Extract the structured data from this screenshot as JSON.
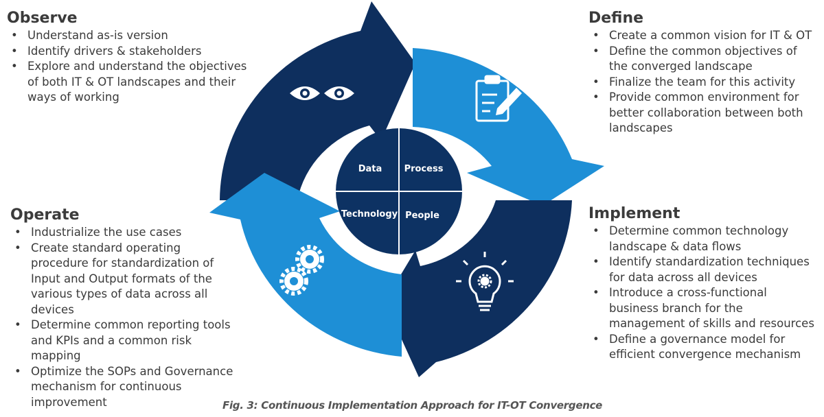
{
  "observe": {
    "title": "Observe",
    "items": [
      "Understand as-is version",
      "Identify drivers & stakeholders",
      "Explore and understand the objectives of both IT & OT landscapes and their ways of working"
    ]
  },
  "define": {
    "title": "Define",
    "items": [
      "Create a common vision for IT & OT",
      "Define the common objectives of the converged landscape",
      "Finalize the team for this activity",
      "Provide common environment for better collaboration between both landscapes"
    ]
  },
  "operate": {
    "title": "Operate",
    "items": [
      "Industrialize the use cases",
      "Create standard operating procedure for standardization of Input and Output formats of the various types of data across all devices",
      "Determine common reporting tools and KPIs and a common risk mapping",
      "Optimize the SOPs and Governance mechanism for continuous improvement"
    ]
  },
  "implement": {
    "title": "Implement",
    "items": [
      "Determine common technology landscape & data flows",
      "Identify standardization techniques for data across all devices",
      "Introduce a cross-functional business branch for the management of skills and resources",
      "Define a governance model for efficient convergence mechanism"
    ]
  },
  "center": {
    "q_data": "Data",
    "q_process": "Process",
    "q_technology": "Technology",
    "q_people": "People"
  },
  "icons": {
    "observe": "eyes-icon",
    "define": "clipboard-pencil-icon",
    "implement": "lightbulb-gear-icon",
    "operate": "gears-icon"
  },
  "colors": {
    "dark_navy": "#0e2f5e",
    "light_blue": "#1e8fd6",
    "center": "#0d3263"
  },
  "caption": "Fig. 3: Continuous Implementation Approach for IT-OT Convergence"
}
